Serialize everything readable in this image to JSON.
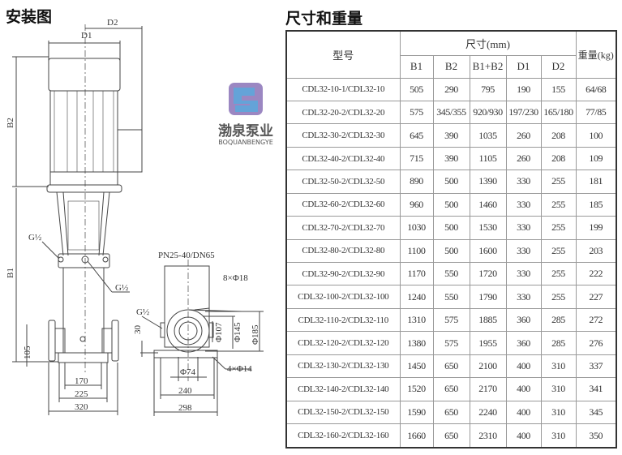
{
  "left_title": "安装图",
  "right_title": "尺寸和重量",
  "drawing": {
    "D1": "D1",
    "D2": "D2",
    "B1": "B1",
    "B2": "B2",
    "g_half_1": "G½",
    "g_half_2": "G½",
    "g_half_3": "G½",
    "d105": "105",
    "d170": "170",
    "d225": "225",
    "d320": "320",
    "flange": "PN25-40/DN65",
    "bolts": "8×Φ18",
    "d30": "30",
    "phi107": "Φ107",
    "phi145": "Φ145",
    "phi185": "Φ185",
    "phi74": "Φ74",
    "feet": "4×Φ14",
    "d240": "240",
    "d298": "298"
  },
  "table": {
    "model_header": "型号",
    "dims_header": "尺寸(mm)",
    "weight_header": "重量(kg)",
    "cols": [
      "B1",
      "B2",
      "B1+B2",
      "D1",
      "D2"
    ],
    "rows": [
      [
        "CDL32-10-1/CDL32-10",
        "505",
        "290",
        "795",
        "190",
        "155",
        "64/68"
      ],
      [
        "CDL32-20-2/CDL32-20",
        "575",
        "345/355",
        "920/930",
        "197/230",
        "165/180",
        "77/85"
      ],
      [
        "CDL32-30-2/CDL32-30",
        "645",
        "390",
        "1035",
        "260",
        "208",
        "100"
      ],
      [
        "CDL32-40-2/CDL32-40",
        "715",
        "390",
        "1105",
        "260",
        "208",
        "109"
      ],
      [
        "CDL32-50-2/CDL32-50",
        "890",
        "500",
        "1390",
        "330",
        "255",
        "181"
      ],
      [
        "CDL32-60-2/CDL32-60",
        "960",
        "500",
        "1460",
        "330",
        "255",
        "185"
      ],
      [
        "CDL32-70-2/CDL32-70",
        "1030",
        "500",
        "1530",
        "330",
        "255",
        "199"
      ],
      [
        "CDL32-80-2/CDL32-80",
        "1100",
        "500",
        "1600",
        "330",
        "255",
        "203"
      ],
      [
        "CDL32-90-2/CDL32-90",
        "1170",
        "550",
        "1720",
        "330",
        "255",
        "222"
      ],
      [
        "CDL32-100-2/CDL32-100",
        "1240",
        "550",
        "1790",
        "330",
        "255",
        "227"
      ],
      [
        "CDL32-110-2/CDL32-110",
        "1310",
        "575",
        "1885",
        "360",
        "285",
        "272"
      ],
      [
        "CDL32-120-2/CDL32-120",
        "1380",
        "575",
        "1955",
        "360",
        "285",
        "276"
      ],
      [
        "CDL32-130-2/CDL32-130",
        "1450",
        "650",
        "2100",
        "400",
        "310",
        "337"
      ],
      [
        "CDL32-140-2/CDL32-140",
        "1520",
        "650",
        "2170",
        "400",
        "310",
        "341"
      ],
      [
        "CDL32-150-2/CDL32-150",
        "1590",
        "650",
        "2240",
        "400",
        "310",
        "345"
      ],
      [
        "CDL32-160-2/CDL32-160",
        "1660",
        "650",
        "2310",
        "400",
        "310",
        "350"
      ]
    ]
  },
  "watermark": {
    "cn": "渤泉泵业",
    "en": "BOQUANBENGYE"
  }
}
